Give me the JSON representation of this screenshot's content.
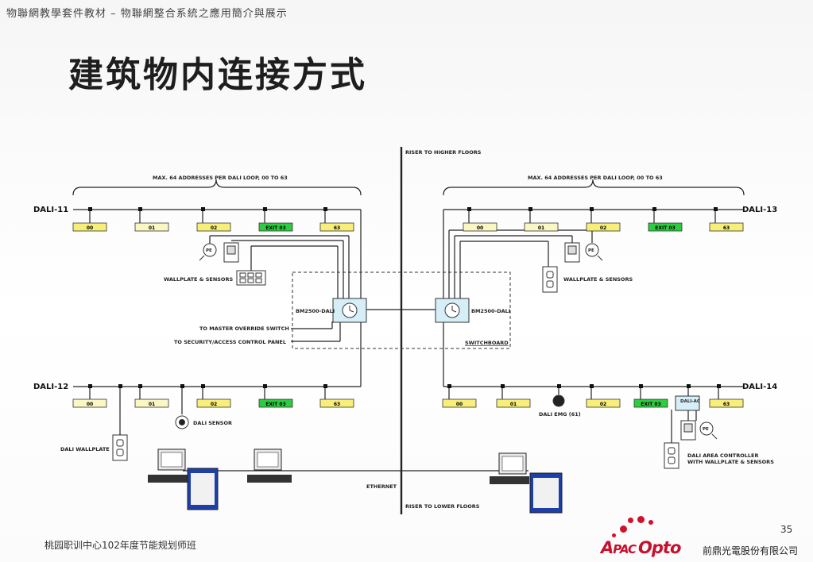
{
  "header": {
    "text": "物聯網教學套件教材 – 物聯網整合系統之應用簡介與展示"
  },
  "title": "建筑物内连接方式",
  "diagram": {
    "riser_top": "RISER TO HIGHER FLOORS",
    "riser_bottom": "RISER TO LOWER FLOORS",
    "ethernet": "ETHERNET",
    "max_left": "MAX. 64 ADDRESSES PER DALI LOOP, 00 TO 63",
    "max_right": "MAX. 64 ADDRESSES PER DALI LOOP, 00 TO 63",
    "loops": {
      "d11": "DALI-11",
      "d12": "DALI-12",
      "d13": "DALI-13",
      "d14": "DALI-14"
    },
    "addr": {
      "a00": "00",
      "a01": "01",
      "a02": "02",
      "exit": "EXIT 03",
      "a63": "63"
    },
    "controller_left": "BM2500-DALI",
    "controller_right": "BM2500-DALI",
    "wallplate_left": "WALLPLATE & SENSORS",
    "wallplate_right": "WALLPLATE & SENSORS",
    "override": "TO MASTER OVERRIDE SWITCH",
    "security": "TO SECURITY/ACCESS CONTROL PANEL",
    "switchboard": "SWITCHBOARD",
    "dali_sensor": "DALI SENSOR",
    "dali_wallplate": "DALI WALLPLATE",
    "dali_emg": "DALI EMG (61)",
    "area_ctrl_box": "DALI-AC",
    "area_ctrl_1": "DALI AREA CONTROLLER",
    "area_ctrl_2": "WITH WALLPLATE & SENSORS",
    "pe": "PE"
  },
  "footer": {
    "left": "桃园职训中心102年度节能规划师班",
    "page": "35"
  },
  "logo": {
    "brand_a": "A",
    "brand_pac": "PAC",
    "brand_opto": "Opto",
    "company": "前鼎光電股份有限公司"
  },
  "colors": {
    "yellow": "#f7ef7a",
    "light_yellow": "#fbf7c4",
    "green": "#2ecc40",
    "line": "#222222",
    "controller": "#d6eef7"
  }
}
